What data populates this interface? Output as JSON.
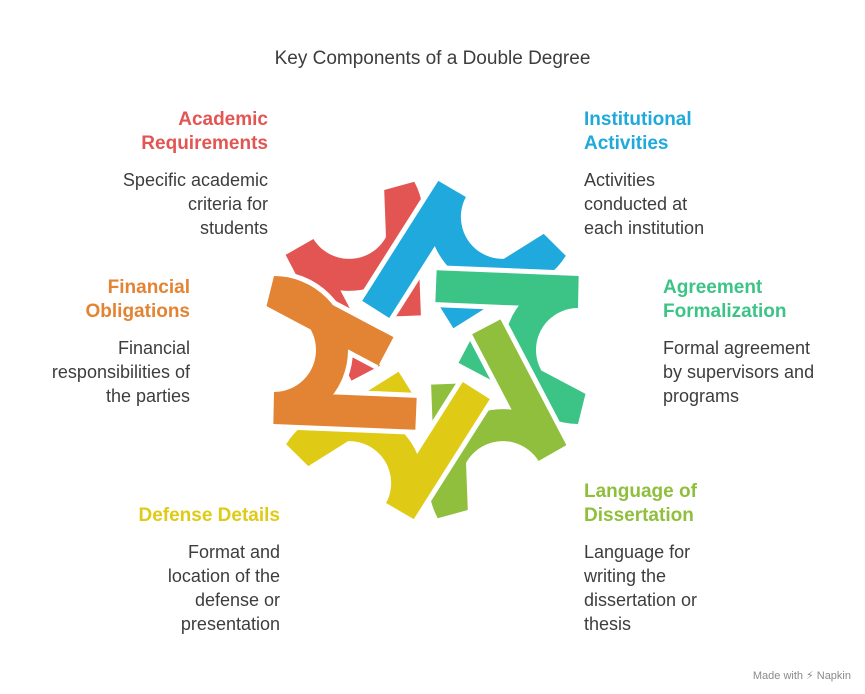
{
  "title": "Key Components of a Double Degree",
  "components": [
    {
      "id": "academic",
      "heading": "Academic\nRequirements",
      "description": "Specific academic\ncriteria for\nstudents",
      "color": "#e35553"
    },
    {
      "id": "institutional",
      "heading": "Institutional\nActivities",
      "description": "Activities\nconducted at\neach institution",
      "color": "#1fa9dc"
    },
    {
      "id": "agreement",
      "heading": "Agreement\nFormalization",
      "description": "Formal agreement\nby supervisors and\nprograms",
      "color": "#3cc487"
    },
    {
      "id": "language",
      "heading": "Language of\nDissertation",
      "description": "Language for\nwriting the\ndissertation or\nthesis",
      "color": "#8fbf3c"
    },
    {
      "id": "defense",
      "heading": "Defense Details",
      "description": "Format and\nlocation of the\ndefense or\npresentation",
      "color": "#dfcb16"
    },
    {
      "id": "financial",
      "heading": "Financial\nObligations",
      "description": "Financial\nresponsibilities of\nthe parties",
      "color": "#e28433"
    }
  ],
  "watermark": {
    "prefix": "Made with",
    "brand": "Napkin",
    "icon": "napkin-logo-icon"
  }
}
